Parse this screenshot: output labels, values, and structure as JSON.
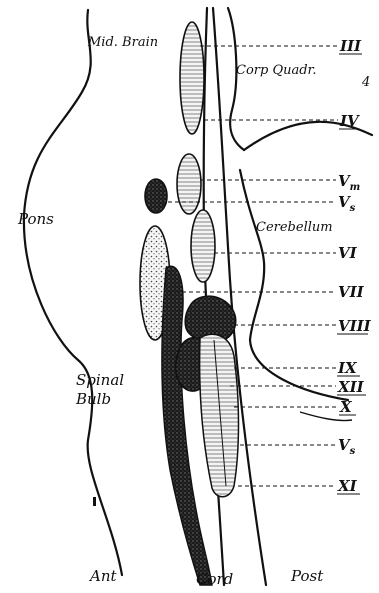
{
  "regions": {
    "mid_brain": "Mid. Brain",
    "corp_quadr": "Corp Quadr.",
    "pons": "Pons",
    "cerebellum": "Cerebellum",
    "spinal": "Spinal",
    "bulb": "Bulb",
    "ant": "Ant",
    "cord": "Cord",
    "post": "Post"
  },
  "nerves": [
    "III",
    "IV",
    "Vm",
    "Vs",
    "VI",
    "VII",
    "VIII",
    "IX",
    "XII",
    "X",
    "Vs",
    "XI"
  ],
  "nerve_labels": {
    "III": "III",
    "IV": "IV",
    "Vm_main": "V",
    "Vm_sub": "m",
    "Vs_main": "V",
    "Vs_sub": "s",
    "VI": "VI",
    "VII": "VII",
    "VIII": "VIII",
    "IX": "IX",
    "XII": "XII",
    "X": "X",
    "Vs2_main": "V",
    "Vs2_sub": "s",
    "XI": "XI"
  },
  "marks": {
    "corner_a": "4"
  }
}
